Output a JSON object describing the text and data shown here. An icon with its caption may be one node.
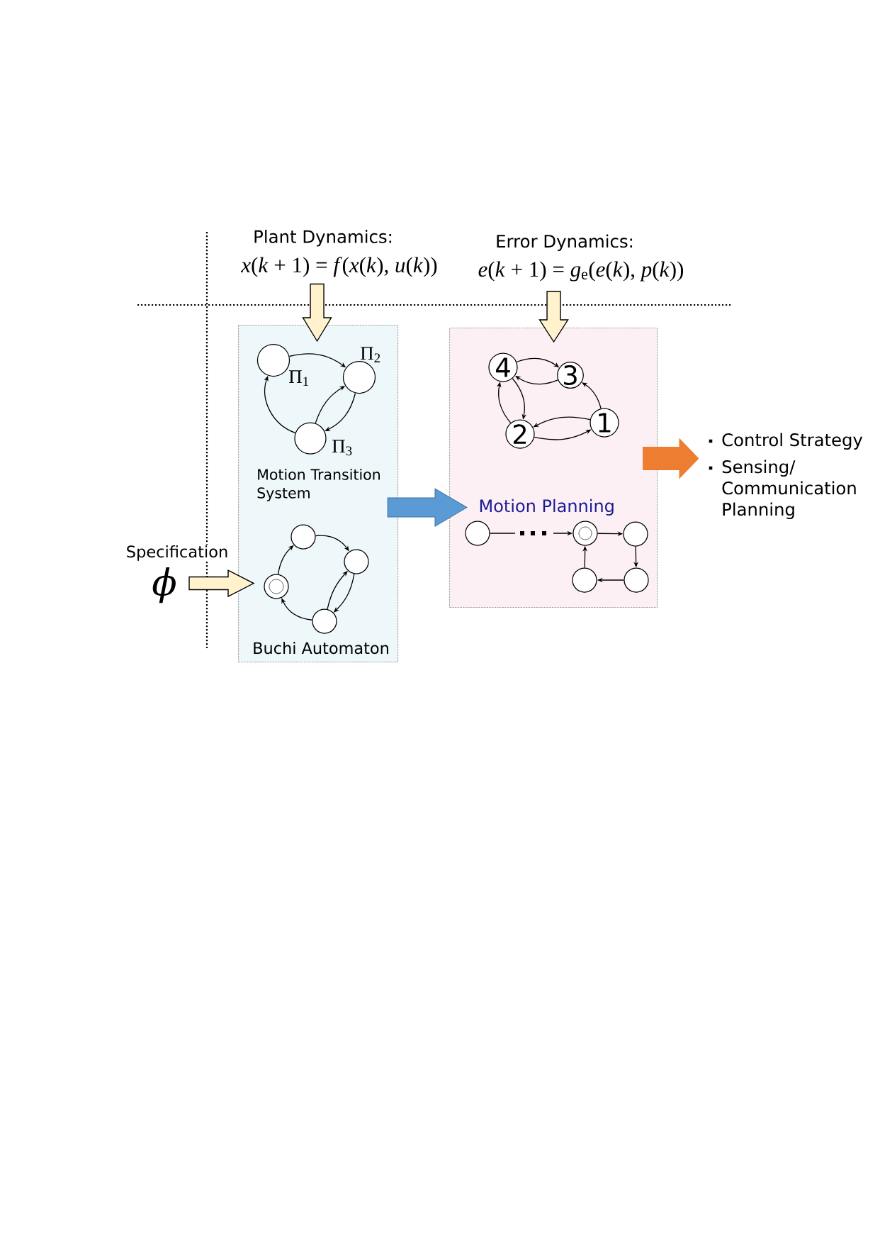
{
  "diagram": {
    "nodes": [
      {
        "text": [
          "Plant Dynamics:",
          "*x*(*k* + 1) = *f*(*x*(*k*), *u*(*k*))"
        ]
      },
      {
        "text": [
          "Error Dynamics:",
          "*e*(*k* + 1) = *g*$_{e}$(*e*(*k*), *p*(*k*))"
        ]
      },
      {
        "text": [
          "Specification",
          "ϕ"
        ]
      },
      {
        "text": [
          "Motion Transition System",
          "Buchi Automaton"
        ]
      },
      {
        "text": [],
        "shape": "circle",
        "beside": [
          "Π$_{1}$"
        ],
        "in": 3
      },
      {
        "text": [],
        "shape": "circle",
        "beside": [
          "Π$_{2}$"
        ],
        "in": 3
      },
      {
        "text": [],
        "shape": "circle",
        "beside": [
          "Π$_{3}$"
        ],
        "in": 3
      },
      {
        "text": [],
        "shape": "circle",
        "in": 3
      },
      {
        "text": [],
        "shape": "circle",
        "in": 3
      },
      {
        "text": [],
        "shape": "circle",
        "in": 3
      },
      {
        "text": [],
        "shape": "circle",
        "in": 3
      },
      {
        "text": [
          "Motion Planning"
        ]
      },
      {
        "text": [
          "4"
        ],
        "in": 11
      },
      {
        "text": [
          "3"
        ],
        "in": 11
      },
      {
        "text": [
          "1"
        ],
        "in": 11
      },
      {
        "text": [
          "2"
        ],
        "in": 11
      },
      {
        "text": [],
        "shape": "circle",
        "in": 11
      },
      {
        "text": [],
        "shape": "circle",
        "in": 11
      },
      {
        "text": [],
        "shape": "circle",
        "in": 11
      },
      {
        "text": [],
        "shape": "circle",
        "in": 11
      },
      {
        "text": [],
        "shape": "circle",
        "in": 11
      },
      {
        "text": [
          "Control Strategy",
          "Sensing/ Communication Planning"
        ]
      }
    ],
    "edges": [
      {
        "from": 0,
        "to": 3,
        "arrow": "to",
        "style": "thick",
        "color": "#fff2cc"
      },
      {
        "from": 1,
        "to": 11,
        "arrow": "to",
        "style": "thick",
        "color": "#fff2cc"
      },
      {
        "from": 2,
        "to": 3,
        "arrow": "to",
        "style": "thick",
        "color": "#fff2cc"
      },
      {
        "from": 3,
        "to": 11,
        "arrow": "to",
        "style": "thick",
        "color": "#5b9bd5"
      },
      {
        "from": 11,
        "to": 21,
        "arrow": "to",
        "style": "thick",
        "color": "#ed7d31"
      },
      {
        "from": 4,
        "to": 5,
        "arrow": "to"
      },
      {
        "from": 6,
        "to": 4,
        "arrow": "to"
      },
      {
        "from": 6,
        "to": 5,
        "arrow": "to"
      },
      {
        "from": 5,
        "to": 6,
        "arrow": "to"
      },
      {
        "from": 9,
        "to": 7,
        "arrow": "to"
      },
      {
        "from": 7,
        "to": 8,
        "arrow": "to"
      },
      {
        "from": 10,
        "to": 8,
        "arrow": "to"
      },
      {
        "from": 8,
        "to": 10,
        "arrow": "to"
      },
      {
        "from": 10,
        "to": 9,
        "arrow": "to"
      },
      {
        "from": 12,
        "to": 13,
        "arrow": "to"
      },
      {
        "from": 13,
        "to": 12,
        "arrow": "to"
      },
      {
        "from": 14,
        "to": 13,
        "arrow": "to"
      },
      {
        "from": 14,
        "to": 15,
        "arrow": "to"
      },
      {
        "from": 15,
        "to": 14,
        "arrow": "to"
      },
      {
        "from": 12,
        "to": 15,
        "arrow": "to"
      },
      {
        "from": 15,
        "to": 12,
        "arrow": "to"
      },
      {
        "from": 16,
        "to": 17,
        "arrow": "to"
      },
      {
        "from": 17,
        "to": 18,
        "arrow": "to"
      },
      {
        "from": 18,
        "to": 20,
        "arrow": "to"
      },
      {
        "from": 20,
        "to": 19,
        "arrow": "to"
      },
      {
        "from": 19,
        "to": 17,
        "arrow": "to"
      }
    ]
  }
}
